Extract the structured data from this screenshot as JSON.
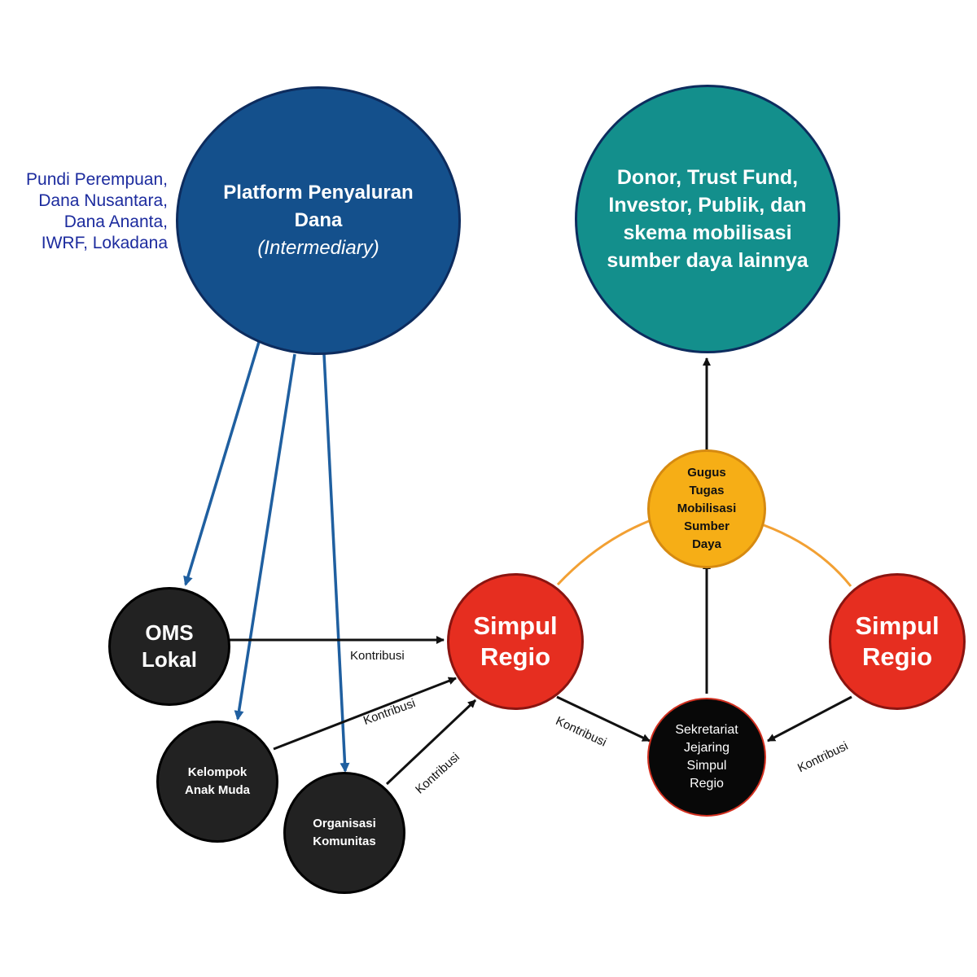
{
  "sources": [
    "Pundi Perempuan,",
    "Dana Nusantara,",
    "Dana Ananta,",
    "IWRF, Lokadana"
  ],
  "nodes": {
    "platform": {
      "lines": [
        "Platform Penyaluran",
        "Dana"
      ],
      "sub": "(Intermediary)"
    },
    "donor": {
      "lines": [
        "Donor, Trust Fund,",
        "Investor, Publik, dan",
        "skema mobilisasi",
        "sumber daya lainnya"
      ]
    },
    "gugus": {
      "lines": [
        "Gugus",
        "Tugas",
        "Mobilisasi",
        "Sumber",
        "Daya"
      ]
    },
    "simpul_left": {
      "lines": [
        "Simpul",
        "Regio"
      ]
    },
    "simpul_right": {
      "lines": [
        "Simpul",
        "Regio"
      ]
    },
    "sekretariat": {
      "lines": [
        "Sekretariat",
        "Jejaring",
        "Simpul",
        "Regio"
      ]
    },
    "oms": {
      "lines": [
        "OMS",
        "Lokal"
      ]
    },
    "kelompok": {
      "lines": [
        "Kelompok",
        "Anak Muda"
      ]
    },
    "organisasi": {
      "lines": [
        "Organisasi",
        "Komunitas"
      ]
    }
  },
  "connector_label": "Kontribusi",
  "colors": {
    "platform": "#14508c",
    "donor": "#138f8c",
    "gugus": "#f6ae16",
    "simpul": "#e62e20",
    "dark": "#222222",
    "blue_arrow": "#1f5fa0",
    "orange_line": "#f2a033",
    "sources_text": "#1c2b9e"
  }
}
